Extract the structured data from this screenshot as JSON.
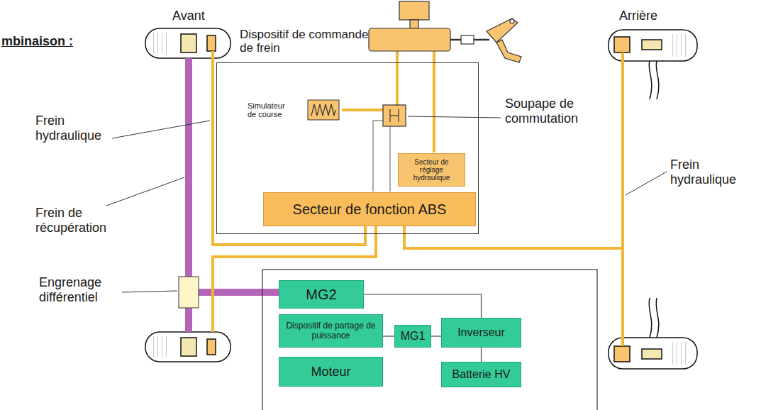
{
  "diagram": {
    "title": "mbinaison :",
    "nodes": [
      {
        "text": [
          "Dispositif de commande de frein"
        ]
      },
      {
        "text": [
          "Simulateur de course"
        ],
        "in": 0
      },
      {
        "text": [
          "Secteur de réglage hydraulique"
        ],
        "in": 0
      },
      {
        "text": [
          "Secteur de fonction ABS"
        ],
        "in": 0
      },
      {
        "text": [
          "MG2"
        ]
      },
      {
        "text": [
          "Dispositif de partage de puissance"
        ]
      },
      {
        "text": [
          "MG1"
        ]
      },
      {
        "text": [
          "Inverseur"
        ]
      },
      {
        "text": [
          "Moteur"
        ]
      },
      {
        "text": [
          "Batterie HV"
        ]
      }
    ],
    "edges": [
      {
        "from": 4,
        "to": 7,
        "arrow": "none"
      },
      {
        "from": 5,
        "to": 6,
        "arrow": "none"
      },
      {
        "from": 6,
        "to": 7,
        "arrow": "none"
      },
      {
        "from": 7,
        "to": 9,
        "arrow": "none"
      }
    ],
    "labels": [
      "Avant",
      "Arrière",
      "Frein hydraulique",
      "Frein de récupération",
      "Engrenage différentiel",
      "Soupape de commutation",
      "Frein hydraulique"
    ]
  }
}
